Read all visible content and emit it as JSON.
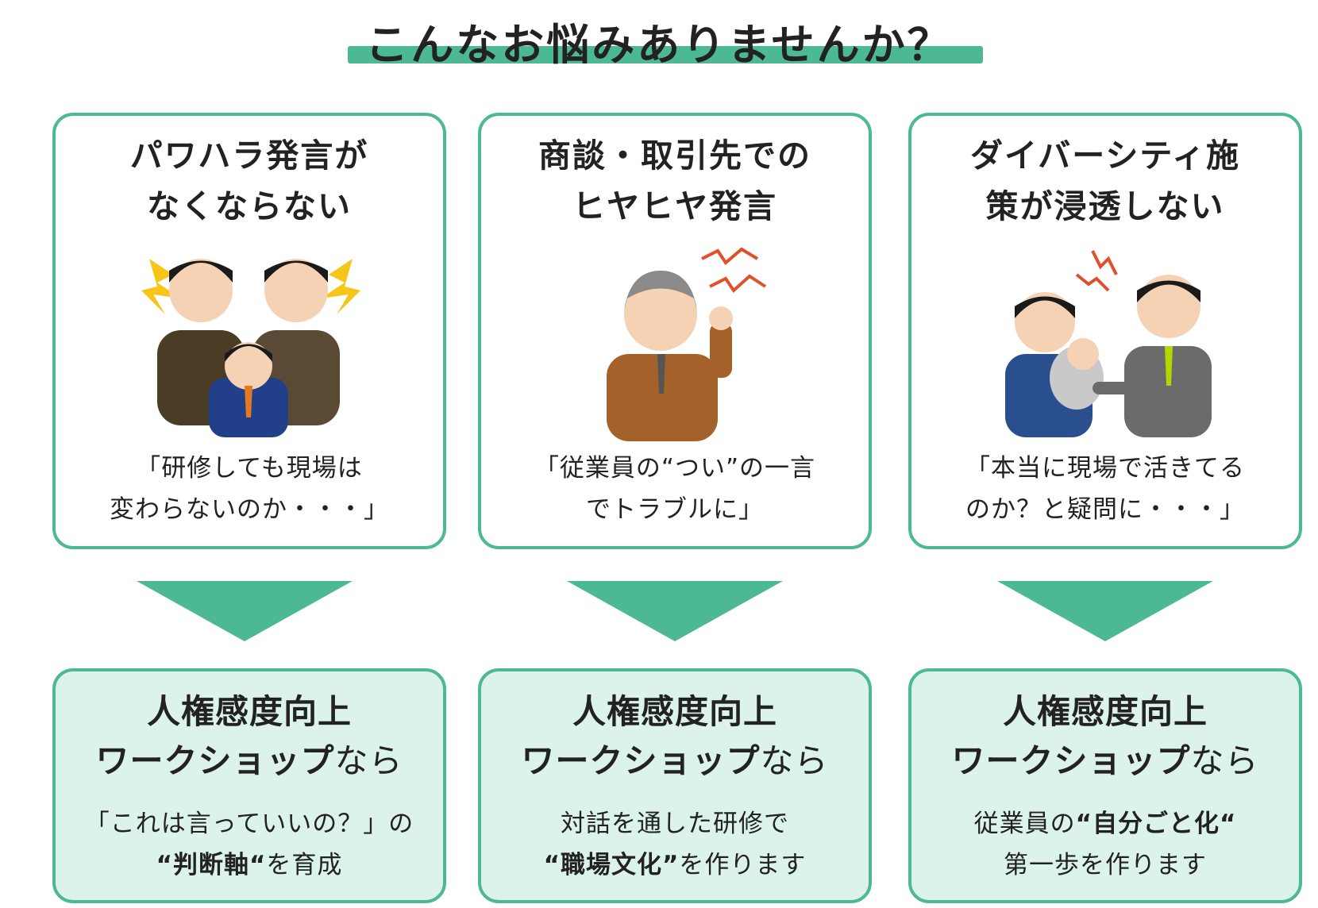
{
  "title": "こんなお悩みありませんか？",
  "problems": [
    {
      "head1": "パワハラ発言が",
      "head2": "なくならない",
      "quote1": "「研修しても現場は",
      "quote2": "変わらないのか・・・」"
    },
    {
      "head1": "商談・取引先での",
      "head2": "ヒヤヒヤ発言",
      "quote1": "「従業員の“つい”の一言",
      "quote2": "でトラブルに」"
    },
    {
      "head1": "ダイバーシティ施",
      "head2": "策が浸透しない",
      "quote1": "「本当に現場で活きてる",
      "quote2": "のか？と疑問に・・・」"
    }
  ],
  "solutions": [
    {
      "head1": "人権感度向上",
      "head2_bold": "ワークショップ",
      "head2_light": "なら",
      "line1_pre": "「これは言っていいの？」の",
      "line1_bold": "",
      "line1_post": "",
      "line2_bold": "“判断軸“",
      "line2_post": "を育成"
    },
    {
      "head1": "人権感度向上",
      "head2_bold": "ワークショップ",
      "head2_light": "なら",
      "line1_pre": "対話を通した研修で",
      "line1_bold": "",
      "line1_post": "",
      "line2_bold": "“職場文化”",
      "line2_post": "を作ります"
    },
    {
      "head1": "人権感度向上",
      "head2_bold": "ワークショップ",
      "head2_light": "なら",
      "line1_pre": "従業員の",
      "line1_bold": "“自分ごと化“",
      "line1_post": "",
      "line2_bold": "",
      "line2_post": "第一歩を作ります"
    }
  ],
  "colors": {
    "accent": "#4cb894",
    "solution_bg": "#dcf3ea"
  }
}
